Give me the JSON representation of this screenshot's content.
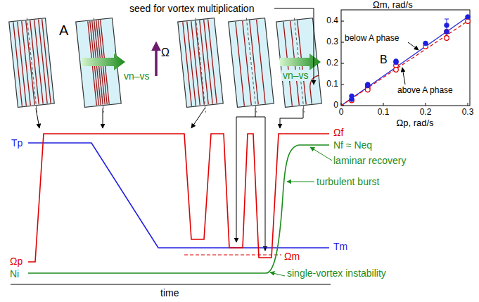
{
  "diagram": {
    "labels": [
      "A",
      "seed for vortex multiplication",
      "Ω",
      "vn–vs",
      "vn–vs",
      "Tp",
      "Ωf",
      "Nf ≈ Neq",
      "laminar recovery",
      "turbulent burst",
      "Ωm",
      "Tm",
      "Ωp",
      "Ni",
      "single-vortex instability",
      "time",
      "Ωm, rad/s",
      "0.4",
      "0.3",
      "0.2",
      "0.1",
      "0",
      "B",
      "below A phase",
      "above A phase",
      "0",
      "0.1",
      "0.2",
      "0.3",
      "Ωp, rad/s"
    ]
  }
}
